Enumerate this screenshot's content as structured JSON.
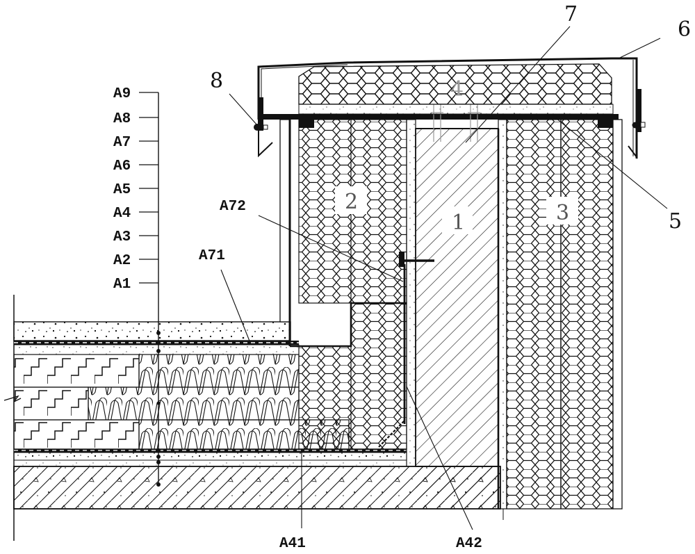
{
  "title": "Wall-roof junction thermal insulation section detail",
  "component_labels": [
    {
      "id": "1",
      "text": "1",
      "meaning": "structural wall (hatched)"
    },
    {
      "id": "2",
      "text": "2",
      "meaning": "inner insulation block"
    },
    {
      "id": "3",
      "text": "3",
      "meaning": "outer insulation block"
    },
    {
      "id": "4",
      "text": "4",
      "meaning": "parapet cap insulation"
    },
    {
      "id": "5",
      "text": "5",
      "meaning": "pad block"
    },
    {
      "id": "6",
      "text": "6",
      "meaning": "metal coping cover"
    },
    {
      "id": "7",
      "text": "7",
      "meaning": "anchor"
    },
    {
      "id": "8",
      "text": "8",
      "meaning": "fastener"
    }
  ],
  "layer_scale": {
    "labels": [
      "A9",
      "A8",
      "A7",
      "A6",
      "A5",
      "A4",
      "A3",
      "A2",
      "A1"
    ]
  },
  "callouts": {
    "a71": "A71",
    "a72": "A72",
    "a41": "A41",
    "a42": "A42"
  },
  "colors": {
    "ink": "#111111",
    "paper": "#ffffff",
    "label_bg": "#ffffff"
  }
}
